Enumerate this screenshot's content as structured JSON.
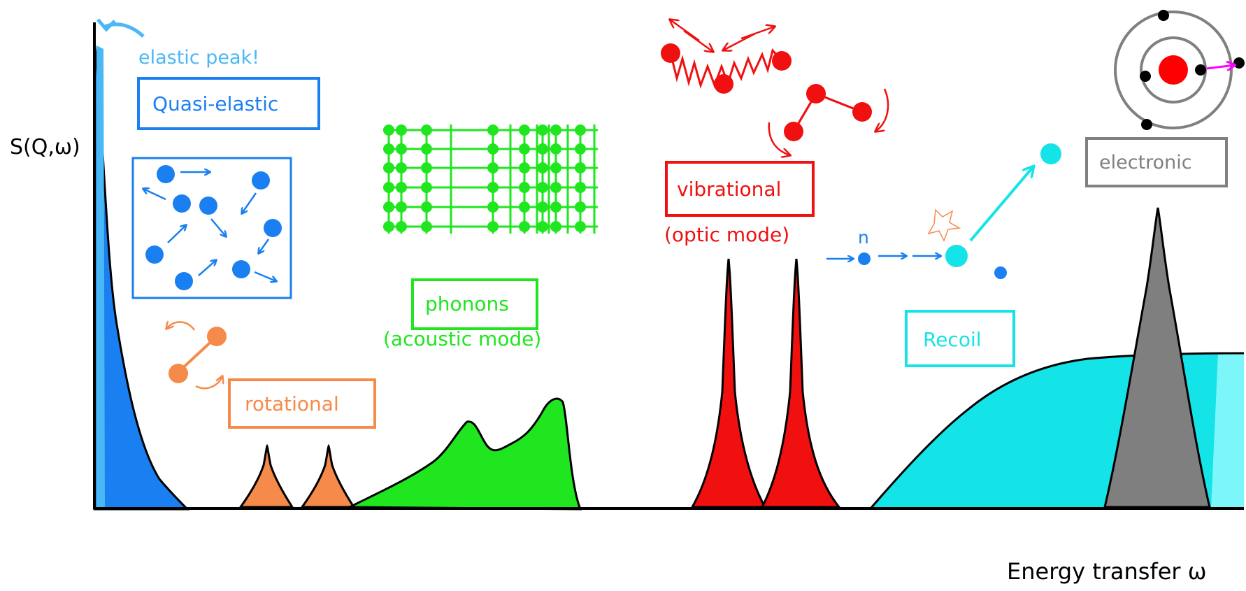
{
  "axes": {
    "y_label": "S(Q,ω)",
    "x_label": "Energy transfer ω"
  },
  "labels": {
    "elastic_peak": "elastic peak!",
    "quasi_elastic": "Quasi-elastic",
    "rotational": "rotational",
    "phonons": "phonons",
    "acoustic_mode": "(acoustic mode)",
    "vibrational": "vibrational",
    "optic_mode": "(optic mode)",
    "neutron": "n",
    "recoil": "Recoil",
    "electronic": "electronic"
  },
  "colors": {
    "quasi_elastic": "#1a7ff0",
    "elastic": "#4ab8f5",
    "rotational": "#f58a4a",
    "phonons": "#1fe61f",
    "vibrational": "#f01010",
    "recoil": "#14e3e8",
    "recoil_light": "#7df6fa",
    "electronic": "#7f7f7f",
    "nucleus": "#ff0000",
    "electron_arrow": "#ff00ff",
    "axis": "#000000"
  },
  "icons": {
    "spinning_arrow": "curved-arrow-icon",
    "neutron_path": "arrow-right-icon",
    "collision": "star-burst-icon",
    "atom": "atom-icon"
  }
}
